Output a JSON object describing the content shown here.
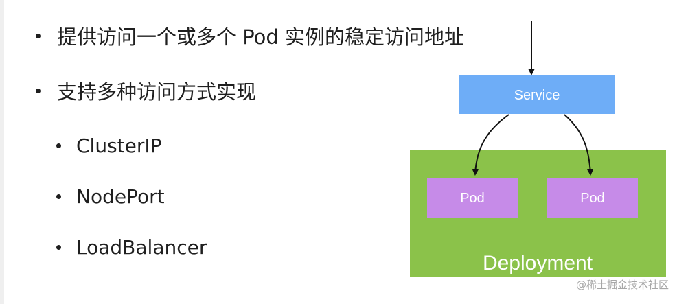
{
  "bullets": [
    {
      "text": "提供访问一个或多个 Pod 实例的稳定访问地址",
      "level": 1
    },
    {
      "text": "支持多种访问方式实现",
      "level": 1
    },
    {
      "text": "ClusterIP",
      "level": 2
    },
    {
      "text": "NodePort",
      "level": 2
    },
    {
      "text": "LoadBalancer",
      "level": 2
    }
  ],
  "diagram": {
    "service_label": "Service",
    "deployment_label": "Deployment",
    "pod_labels": [
      "Pod",
      "Pod"
    ]
  },
  "colors": {
    "service": "#6eadf7",
    "deployment": "#8bc24a",
    "pod": "#c68be8",
    "text": "#1f1f1f",
    "arrow": "#111111"
  },
  "watermark": "@稀土掘金技术社区"
}
